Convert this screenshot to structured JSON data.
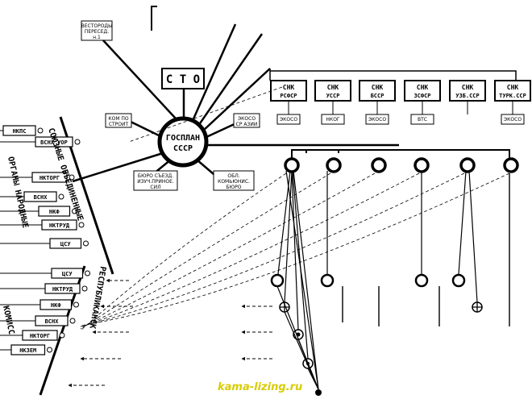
{
  "center": {
    "line1": "ГОСПЛАН",
    "line2": "СССР"
  },
  "sto": "С Т О",
  "top_note": [
    "ВЕСТОРОДЫ",
    "ПЕРЕСЕД.",
    "н.1"
  ],
  "satellites": {
    "kom_stroy": [
      "КОМ ПО",
      "СТРОИТ"
    ],
    "eksco_sr": [
      "ЭКОСО",
      "СР АЗИИ"
    ],
    "buro_sezd": [
      "БЮРО СЪЕЗД.",
      "ИЗУЧ.ПРИНОЕ.",
      "СИЛ"
    ],
    "obl_buro": [
      "ОБЛ.",
      "КОМЬЮНИС.",
      "БЮРО"
    ]
  },
  "snk": [
    {
      "title": "СНК",
      "sub": "РСФСР",
      "small": "ЭКОСО"
    },
    {
      "title": "СНК",
      "sub": "УССР",
      "small": "НКОГ"
    },
    {
      "title": "СНК",
      "sub": "БССР",
      "small": "ЭКОСО"
    },
    {
      "title": "СНК",
      "sub": "ЗСФСР",
      "small": "ВТС"
    },
    {
      "title": "СНК",
      "sub": "УЗБ.ССР",
      "small": ""
    },
    {
      "title": "СНК",
      "sub": "ТУРК.ССР",
      "small": "ЭКОСО"
    }
  ],
  "union_boxes": [
    "НКПС",
    "ВСНХ УОР",
    "НКТОРГ",
    "ВСНХ",
    "НКФ",
    "НКТРУД",
    "ЦСУ"
  ],
  "republic_boxes": [
    "ЦСУ",
    "НКТРУД",
    "НКФ",
    "ВСНХ",
    "НКТОРГ",
    "НКЗЕМ"
  ],
  "vertical_union": "СОЮЗНЫЕ ОБЪЕДИНЕННЫЕ",
  "vertical_organs": "ОРГАНЫ НАРОДНЫЕ",
  "vertical_republic": "РЕСПУБЛИКАНСК",
  "vertical_komis": "КОМИСС",
  "watermark": "kama-lizing.ru",
  "icons": {
    "node": "node-circle-icon",
    "cross": "cross-circle-icon",
    "dot": "dot-circle-icon"
  }
}
